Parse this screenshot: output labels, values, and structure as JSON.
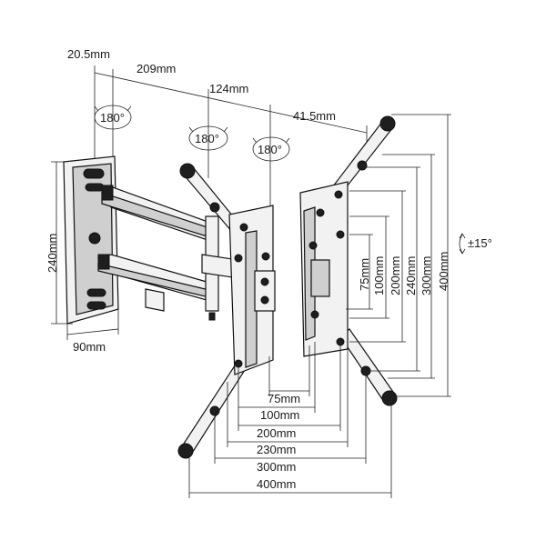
{
  "arm_lengths": {
    "seg1": "20.5mm",
    "seg2": "209mm",
    "seg3": "124mm",
    "seg4": "41.5mm"
  },
  "rotations": {
    "joint1": "180°",
    "joint2": "180°",
    "joint3": "180°"
  },
  "tilt": "±15°",
  "wall_plate": {
    "height": "240mm",
    "width": "90mm"
  },
  "vesa_horizontal": [
    "75mm",
    "100mm",
    "200mm",
    "230mm",
    "300mm",
    "400mm"
  ],
  "vesa_vertical": [
    "75mm",
    "100mm",
    "200mm",
    "240mm",
    "300mm",
    "400mm"
  ]
}
